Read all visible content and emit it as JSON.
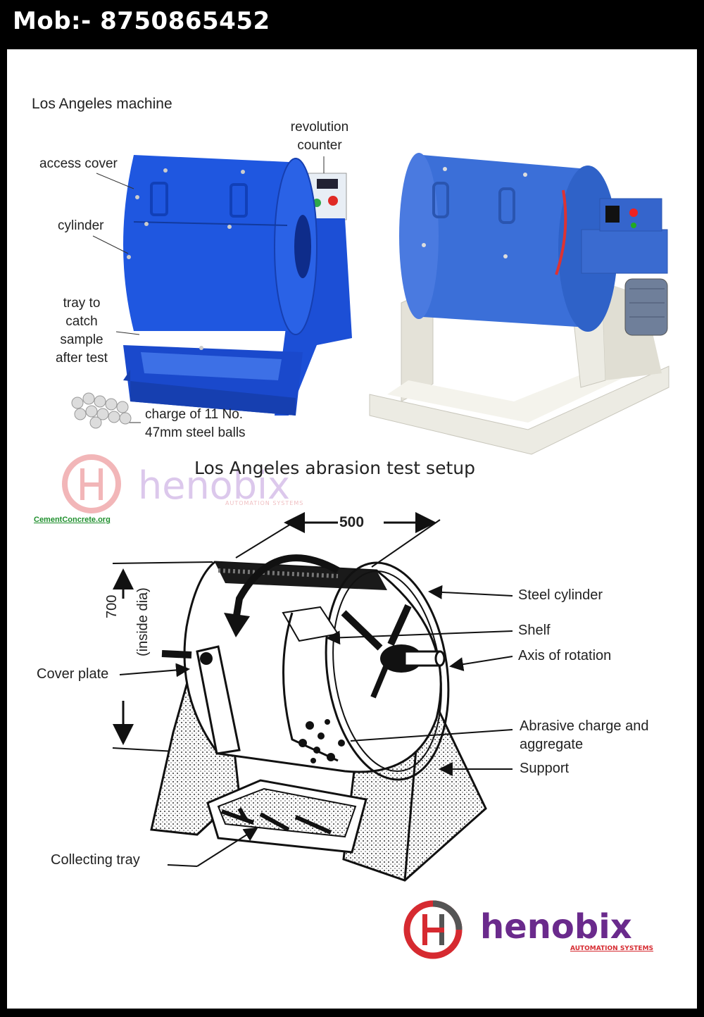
{
  "header": {
    "mobile": "Mob:- 8750865452"
  },
  "top": {
    "title": "Los Angeles machine",
    "labels": {
      "revolution_counter": [
        "revolution",
        "counter"
      ],
      "access_cover": "access cover",
      "cylinder": "cylinder",
      "tray": [
        "tray to",
        "catch",
        "sample",
        "after test"
      ],
      "charge": [
        "charge of 11 No.",
        "47mm steel balls"
      ]
    }
  },
  "watermark": {
    "brand": "henobix",
    "tagline": "AUTOMATION SYSTEMS",
    "site": "CementConcrete.org"
  },
  "diagram": {
    "title": "Los Angeles abrasion test setup",
    "dim_length": "500",
    "dim_height": "700",
    "dim_height_note": "(inside dia)",
    "labels": {
      "steel_cylinder": "Steel cylinder",
      "shelf": "Shelf",
      "axis": "Axis of rotation",
      "abrasive": [
        "Abrasive charge and",
        "aggregate"
      ],
      "support": "Support",
      "cover_plate": "Cover plate",
      "collecting_tray": "Collecting tray"
    }
  },
  "logo": {
    "brand": "henobix",
    "tagline": "AUTOMATION SYSTEMS"
  },
  "colors": {
    "machine_blue": "#1f57e0",
    "machine_blue_light": "#3b6fd8",
    "frame_cream": "#ecebe3",
    "logo_red": "#d62a30",
    "logo_purple": "#6a2a8c"
  }
}
